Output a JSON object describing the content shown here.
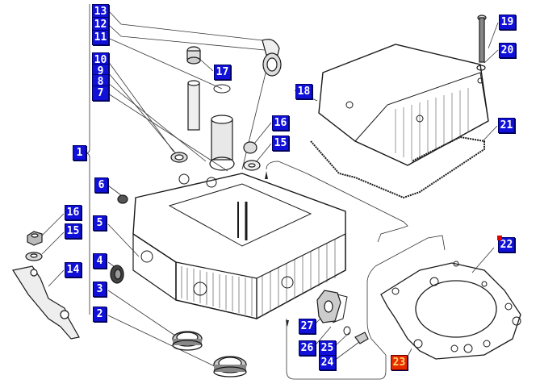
{
  "diagram": {
    "title": "Cylinder head assembly – exploded parts view",
    "colors": {
      "callout_bg": "#1010d8",
      "callout_text": "#ffffff",
      "highlight_bg": "#e52a00",
      "highlight_text": "#ffd86a",
      "marker": "#e00000"
    },
    "callouts": [
      {
        "id": "13",
        "label": "13"
      },
      {
        "id": "12",
        "label": "12"
      },
      {
        "id": "11",
        "label": "11"
      },
      {
        "id": "10",
        "label": "10"
      },
      {
        "id": "9",
        "label": "9"
      },
      {
        "id": "8",
        "label": "8"
      },
      {
        "id": "7",
        "label": "7"
      },
      {
        "id": "1",
        "label": "1"
      },
      {
        "id": "6",
        "label": "6"
      },
      {
        "id": "5",
        "label": "5"
      },
      {
        "id": "4",
        "label": "4"
      },
      {
        "id": "3",
        "label": "3"
      },
      {
        "id": "2",
        "label": "2"
      },
      {
        "id": "16a",
        "label": "16"
      },
      {
        "id": "15a",
        "label": "15"
      },
      {
        "id": "14",
        "label": "14"
      },
      {
        "id": "17",
        "label": "17"
      },
      {
        "id": "16b",
        "label": "16"
      },
      {
        "id": "15b",
        "label": "15"
      },
      {
        "id": "18",
        "label": "18"
      },
      {
        "id": "19",
        "label": "19"
      },
      {
        "id": "20",
        "label": "20"
      },
      {
        "id": "21",
        "label": "21"
      },
      {
        "id": "22",
        "label": "22"
      },
      {
        "id": "23",
        "label": "23",
        "highlighted": true
      },
      {
        "id": "27",
        "label": "27"
      },
      {
        "id": "26",
        "label": "26"
      },
      {
        "id": "25",
        "label": "25"
      },
      {
        "id": "24",
        "label": "24"
      }
    ]
  }
}
